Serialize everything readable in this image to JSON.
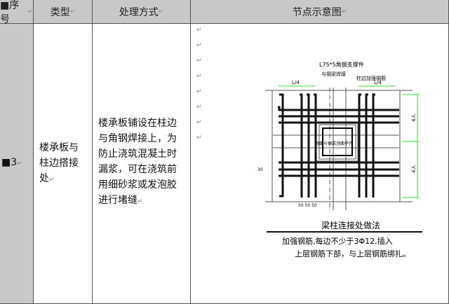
{
  "header": {
    "no": "■序号",
    "type": "类型",
    "method": "处理方式",
    "diagram": "节点示意图"
  },
  "row": {
    "no": "■3",
    "type_lines": [
      "楼承板与",
      "柱边搭接",
      "处"
    ],
    "method_lines": [
      "楼承板铺设在柱边",
      "与角钢焊接上，为",
      "防止浇筑混凝土时",
      "漏浆，可在浇筑前",
      "用细砂浆或发泡胶",
      "进行堵缝"
    ]
  },
  "diagram": {
    "label_angle": "L75*5角钢支撑件",
    "label_weld": "与钢梁焊接",
    "label_rebar": "柱边加强钢筋",
    "dim_left": "L/4",
    "dim_right": "L/4",
    "dim_v1": "4人",
    "dim_v2": "4人",
    "label_center": "顶面与钢梁顶面平齐",
    "dim_30": "30",
    "dim_50": "50 50 50",
    "caption": "梁柱连接处做法",
    "note1": "加强钢筋,每边不少于3Φ12,插入",
    "note2": "上层钢筋下部，与上层钢筋绑扎。"
  },
  "para_mark": "↵"
}
